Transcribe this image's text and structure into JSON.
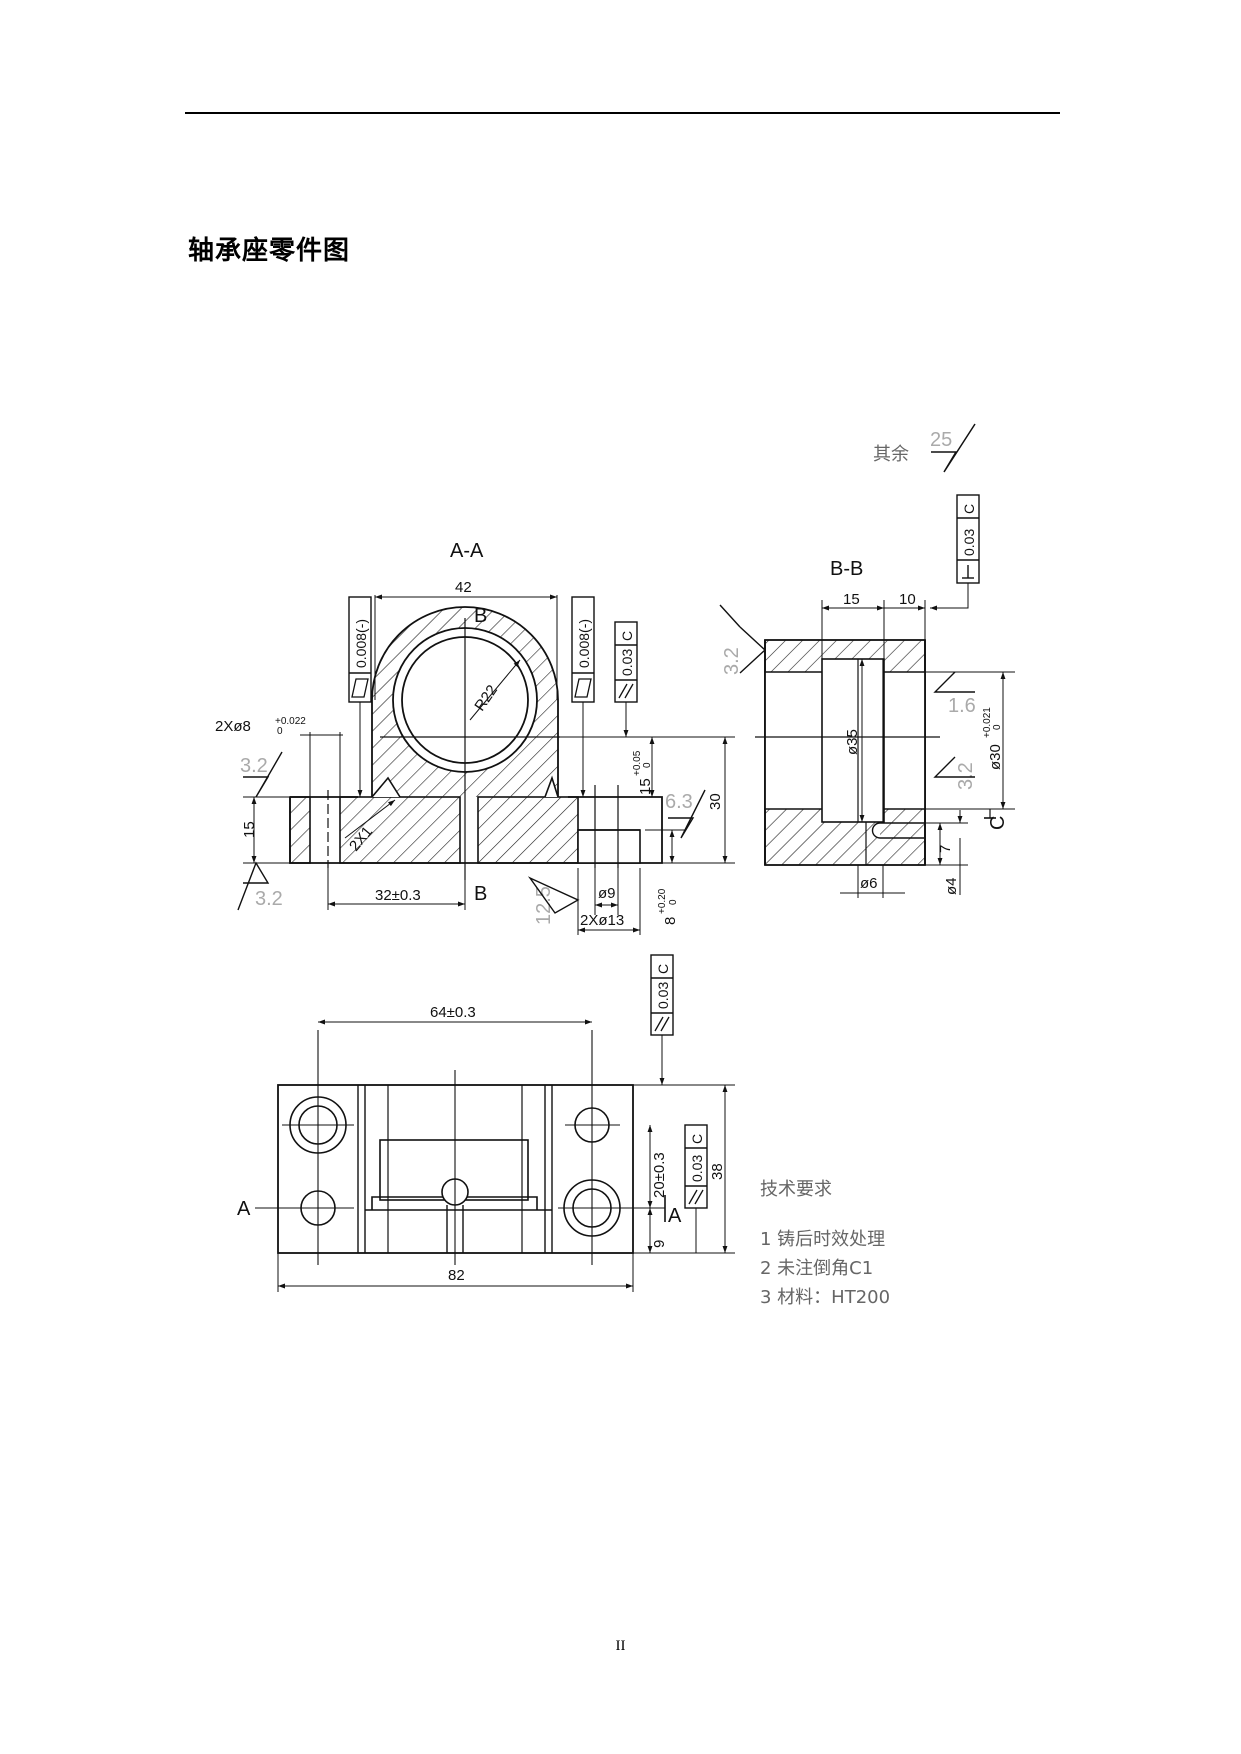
{
  "page": {
    "title": "轴承座零件图",
    "page_number": "II"
  },
  "drawing": {
    "roughness_other": {
      "label": "其余",
      "value": "25"
    },
    "section_aa": {
      "title": "A-A",
      "cut_label_top": "B",
      "cut_label_bottom": "B",
      "dim_width": "42",
      "dim_radius": "R22",
      "dim_holes": "2Xø8",
      "dim_holes_tol_upper": "+0.022",
      "dim_holes_tol_lower": "0",
      "dim_chamfer": "2X1",
      "dim_thickness": "15",
      "dim_center_offset": "32±0.3",
      "dim_height": "30",
      "dim_bore_height": "15",
      "dim_bore_height_tol_upper": "+0.05",
      "dim_bore_height_tol_lower": "0",
      "dim_counterbore": "ø9",
      "dim_counterbore_holes": "2Xø13",
      "dim_counterbore_depth": "8",
      "dim_counterbore_depth_tol_upper": "+0.20",
      "dim_counterbore_depth_tol_lower": "0",
      "gtol_flatness_left": "0.008(-)",
      "gtol_flatness_right": "0.008(-)",
      "gtol_parallel_value": "0.03",
      "gtol_parallel_datum": "C",
      "roughness_top": "3.2",
      "roughness_bottom": "3.2",
      "roughness_side": "6.3",
      "roughness_counterbore": "12.5"
    },
    "section_bb": {
      "title": "B-B",
      "dim_left": "15",
      "dim_right": "10",
      "dim_bore": "ø35",
      "dim_outer": "ø30",
      "dim_outer_tol_upper": "+0.021",
      "dim_outer_tol_lower": "0",
      "dim_hole": "ø6",
      "dim_depth": "7",
      "dim_small": "ø4",
      "datum_label": "C",
      "gtol_perp_value": "0.03",
      "gtol_perp_datum": "C",
      "roughness_left": "3.2",
      "roughness_upper": "1.6",
      "roughness_lower": "3.2"
    },
    "top_view": {
      "dim_hole_spacing": "64±0.3",
      "dim_length": "82",
      "dim_offset": "20±0.3",
      "dim_height": "38",
      "dim_small": "9",
      "section_label_left": "A",
      "section_label_right": "A",
      "gtol_parallel_value": "0.03",
      "gtol_parallel_datum": "C",
      "gtol_side_value": "0.03",
      "gtol_side_datum": "C"
    },
    "tech_requirements": {
      "heading": "技术要求",
      "items": [
        "1  铸后时效处理",
        "2  未注倒角C1",
        "3  材料：HT200"
      ]
    }
  }
}
